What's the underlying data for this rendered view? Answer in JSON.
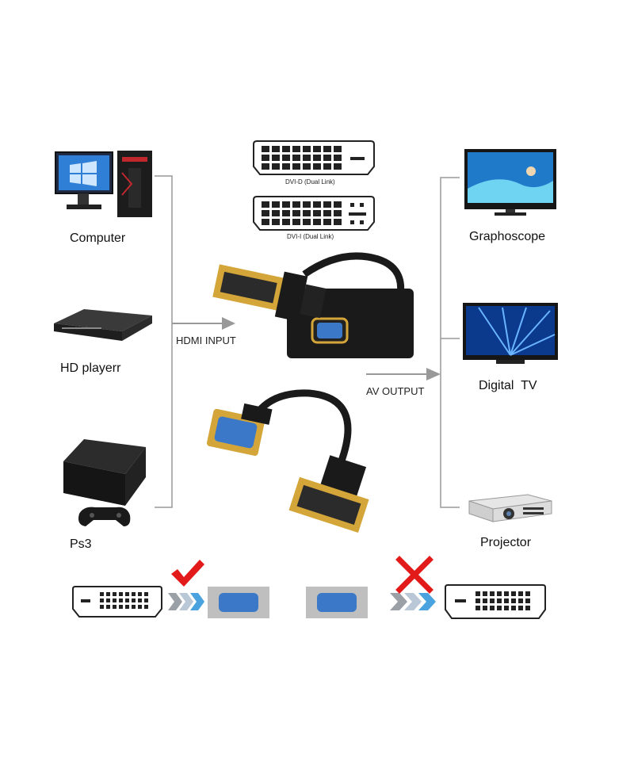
{
  "connectors": {
    "dvi_d_label": "DVI-D (Dual Link)",
    "dvi_i_label": "DVI-I (Dual Link)"
  },
  "inputs": {
    "flow_label": "HDMI INPUT",
    "devices": [
      {
        "label": "Computer",
        "icon": "computer-icon"
      },
      {
        "label": "HD playerr",
        "icon": "hd-player-icon"
      },
      {
        "label": "Ps3",
        "icon": "ps3-console-icon"
      }
    ]
  },
  "outputs": {
    "flow_label": "AV OUTPUT",
    "devices": [
      {
        "label": "Graphoscope",
        "icon": "tv-icon"
      },
      {
        "label": "Digital  TV",
        "icon": "digital-tv-icon"
      },
      {
        "label": "Projector",
        "icon": "projector-icon"
      }
    ]
  },
  "compatibility": [
    {
      "from": "DVI",
      "to": "VGA",
      "status": "supported",
      "mark": "check-mark-icon"
    },
    {
      "from": "VGA",
      "to": "DVI",
      "status": "not-supported",
      "mark": "cross-mark-icon"
    }
  ],
  "colors": {
    "check": "#e21a1a",
    "cross": "#e21a1a",
    "vga_blue": "#3c78c8",
    "arrow_gray": "#9aa0a6",
    "arrow_blue": "#4aa3df",
    "cable_black": "#1a1a1a",
    "gold": "#d4a63a"
  }
}
